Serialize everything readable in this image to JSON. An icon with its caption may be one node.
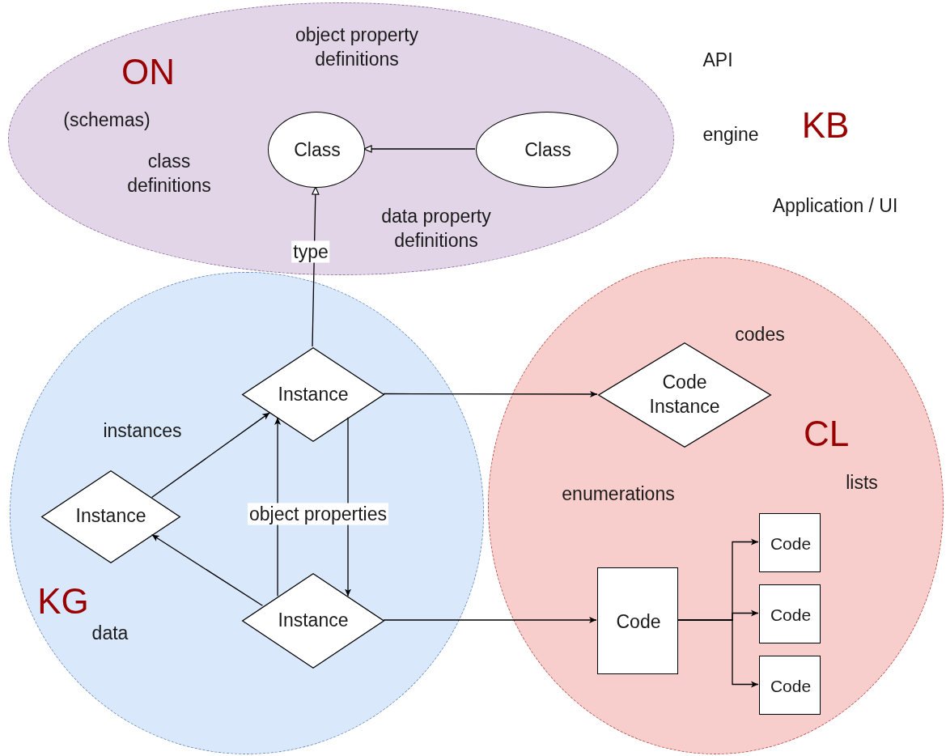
{
  "diagram": {
    "nodes": [
      {
        "text": [
          "object property definitions",
          "ON",
          "(schemas)",
          "class definitions",
          "data property definitions"
        ]
      },
      {
        "text": [
          "Class"
        ],
        "in": 0
      },
      {
        "text": [
          "Class"
        ],
        "in": 0
      },
      {
        "text": [
          "instances",
          "KG",
          "data"
        ]
      },
      {
        "text": [
          "Instance"
        ],
        "in": 3
      },
      {
        "text": [
          "Instance"
        ],
        "in": 3
      },
      {
        "text": [
          "Instance"
        ],
        "in": 3
      },
      {
        "text": [
          "codes",
          "CL",
          "enumerations",
          "lists"
        ]
      },
      {
        "text": [
          "Code Instance"
        ],
        "in": 7
      },
      {
        "text": [
          "Code"
        ],
        "in": 7
      },
      {
        "text": [
          "Code"
        ],
        "in": 7
      },
      {
        "text": [
          "Code"
        ],
        "in": 7
      },
      {
        "text": [
          "Code"
        ],
        "in": 7
      }
    ],
    "edges": [
      {
        "from": 2,
        "to": 1,
        "arrow": "to"
      },
      {
        "from": 4,
        "to": 1,
        "arrow": "to",
        "label": "type"
      },
      {
        "from": 4,
        "to": 8,
        "arrow": "to"
      },
      {
        "from": 5,
        "to": 4,
        "arrow": "to"
      },
      {
        "from": 6,
        "to": 5,
        "arrow": "to"
      },
      {
        "from": 6,
        "to": 4,
        "arrow": "to",
        "label": "object properties"
      },
      {
        "from": 4,
        "to": 6,
        "arrow": "to"
      },
      {
        "from": 6,
        "to": 9,
        "arrow": "to"
      },
      {
        "from": 9,
        "to": 10,
        "arrow": "to"
      },
      {
        "from": 9,
        "to": 11,
        "arrow": "to"
      },
      {
        "from": 9,
        "to": 12,
        "arrow": "to"
      }
    ],
    "labels": [
      "API",
      "engine",
      "KB",
      "Application / UI"
    ]
  }
}
